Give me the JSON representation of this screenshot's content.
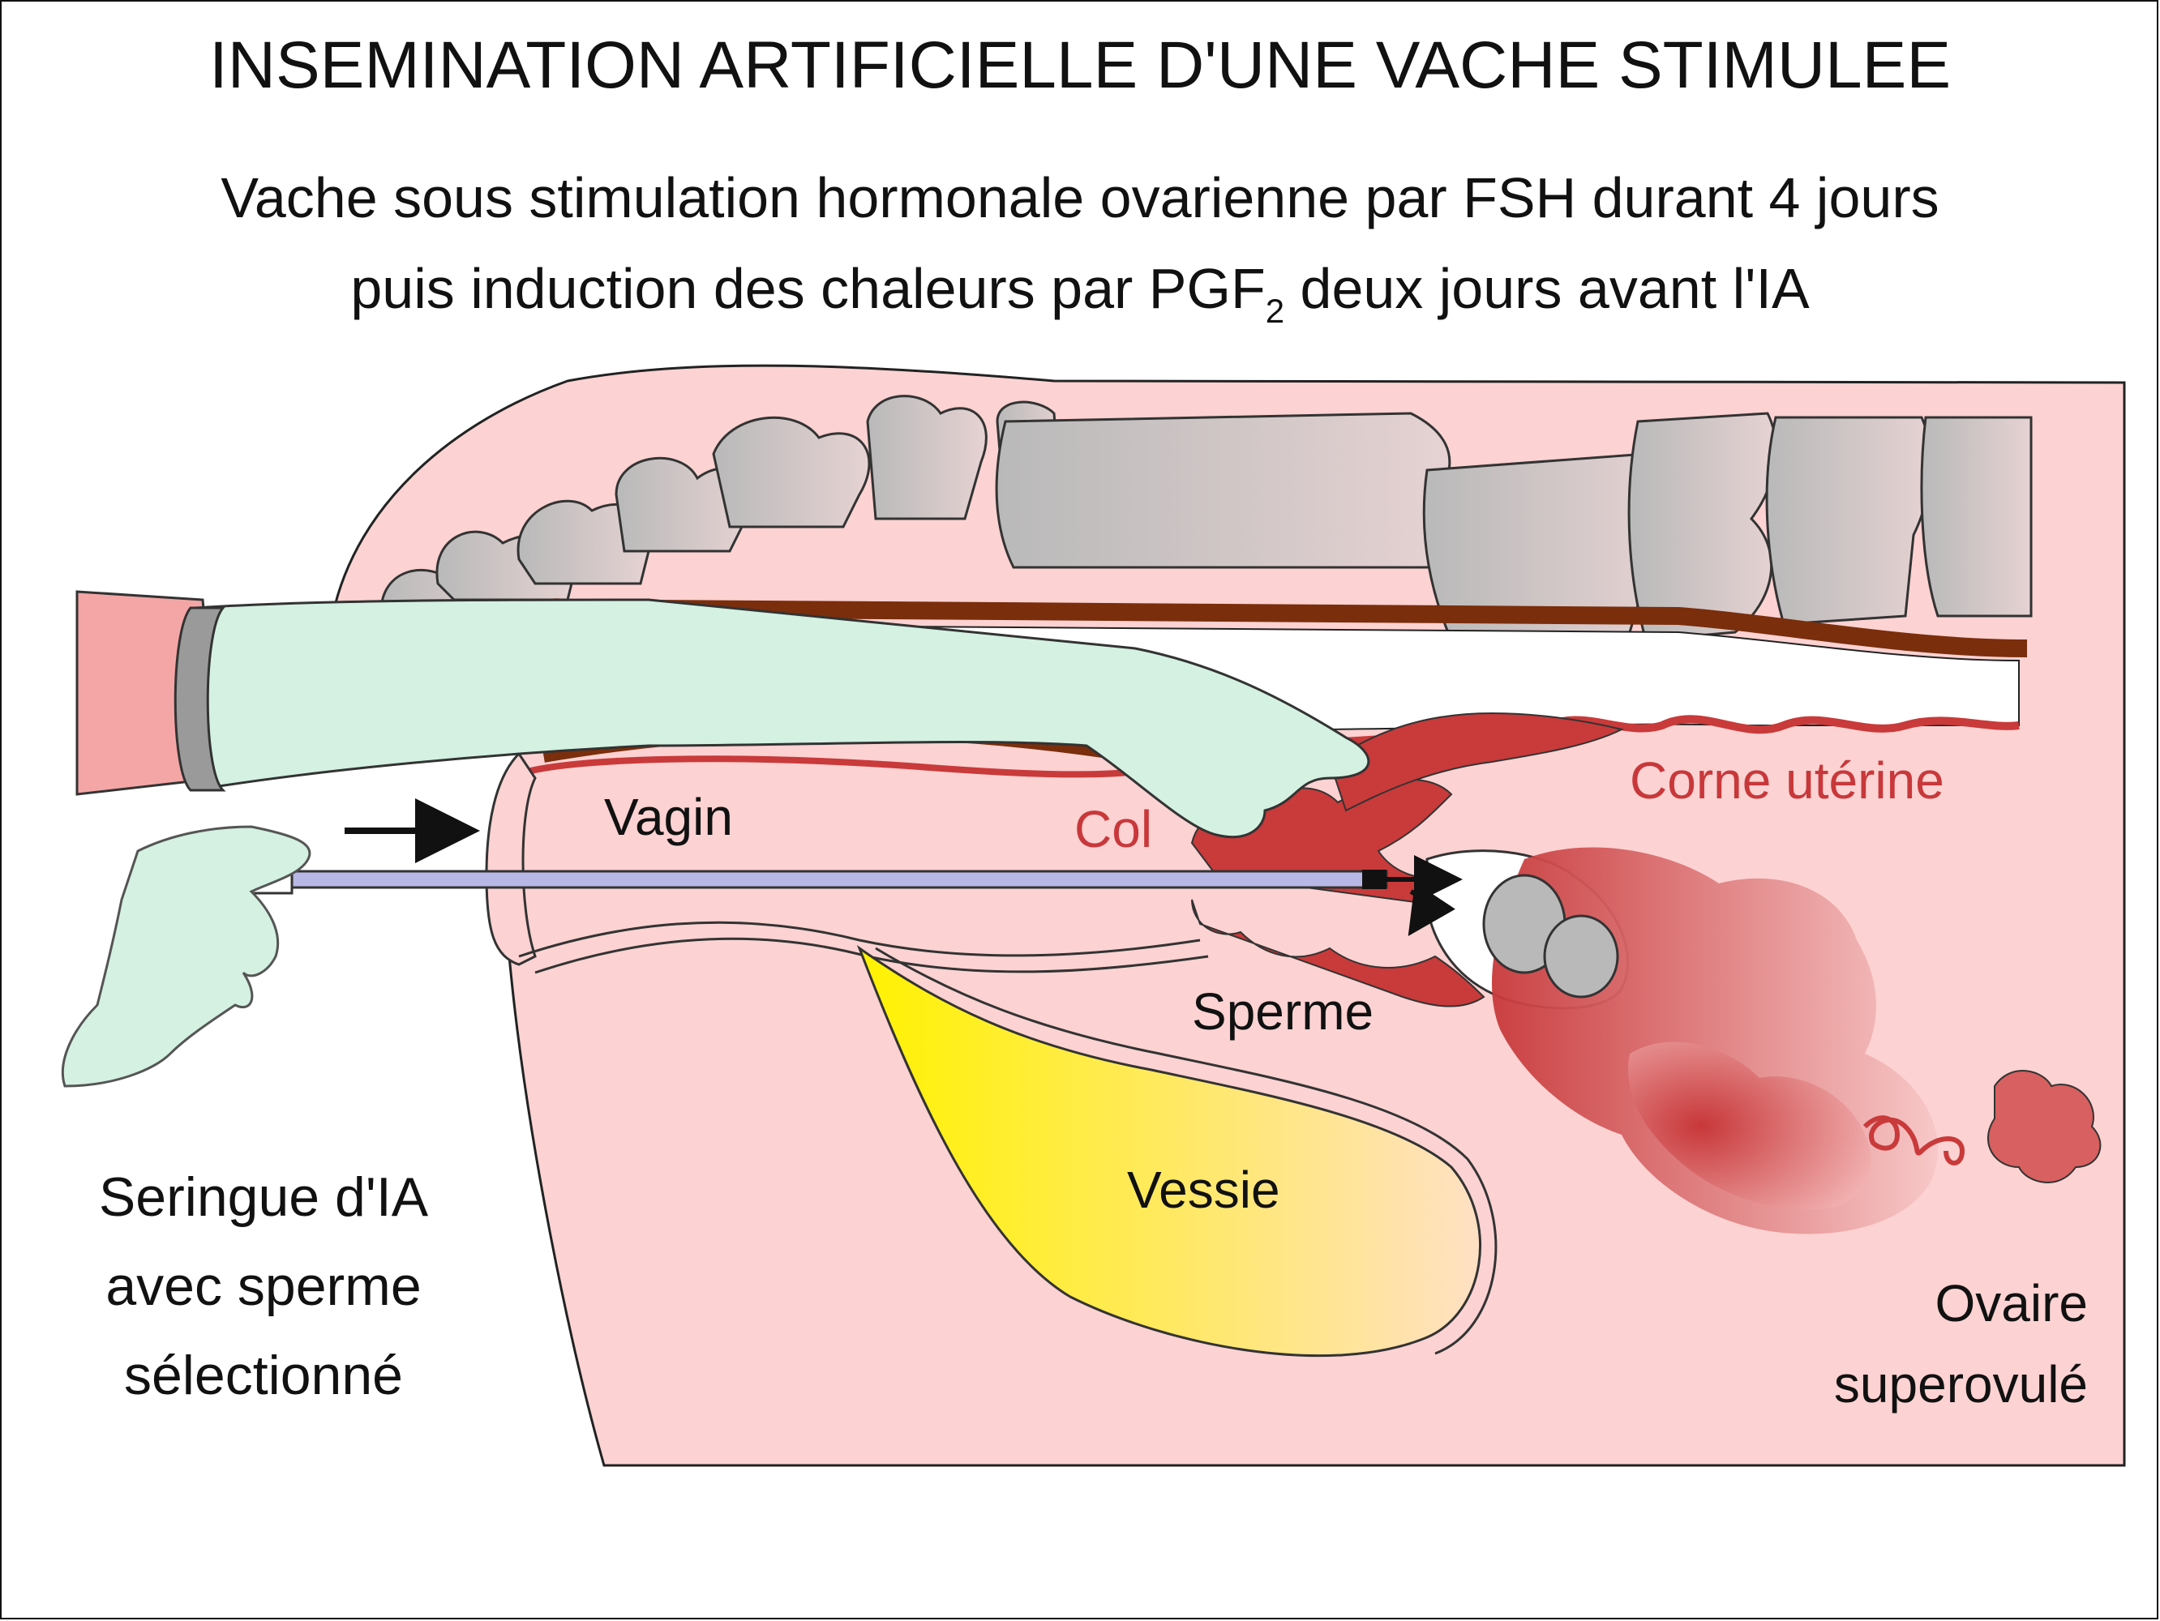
{
  "title": "INSEMINATION ARTIFICIELLE D'UNE VACHE STIMULEE",
  "subtitle": {
    "line1": "Vache sous stimulation hormonale ovarienne par FSH durant 4 jours",
    "line2_part1": "puis induction des chaleurs par PGF",
    "line2_subscript": "2",
    "line2_part2": " deux jours avant l'IA"
  },
  "labels": {
    "vagin": "Vagin",
    "col": "Col",
    "corne_uterine": "Corne utérine",
    "sperme": "Sperme",
    "vessie": "Vessie",
    "seringue_line1": "Seringue d'IA",
    "seringue_line2": "avec sperme",
    "seringue_line3": "sélectionné",
    "ovaire_line1": "Ovaire",
    "ovaire_line2": "superovulé"
  },
  "colors": {
    "body_pink": "#fcd2d2",
    "uterus_red": "#c93a3a",
    "glove_green": "#d4f1e2",
    "rectum_brown": "#7a2e0c",
    "bladder_yellow": "#fff200",
    "syringe_blue": "#b8b8e6",
    "label_red": "#c8383a"
  }
}
